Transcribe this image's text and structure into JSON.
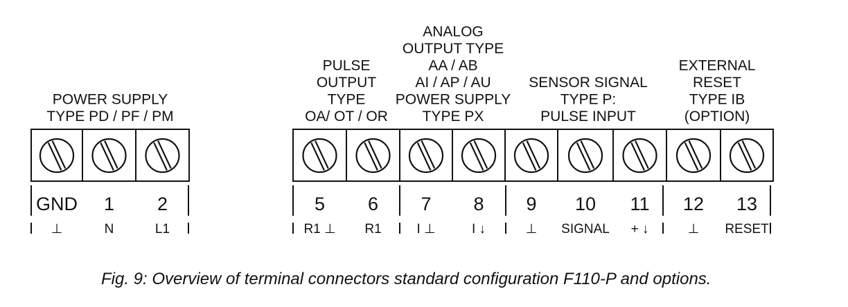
{
  "groups": [
    {
      "id": "power",
      "lines": [
        "POWER SUPPLY",
        "TYPE PD / PF / PM"
      ]
    },
    {
      "id": "pulse",
      "lines": [
        "PULSE",
        "OUTPUT",
        "TYPE",
        "OA/ OT / OR"
      ]
    },
    {
      "id": "analog",
      "lines": [
        "ANALOG",
        "OUTPUT TYPE",
        "AA / AB",
        "AI / AP / AU",
        "POWER SUPPLY",
        "TYPE PX"
      ]
    },
    {
      "id": "sensor",
      "lines": [
        "SENSOR SIGNAL",
        "TYPE P:",
        "PULSE INPUT"
      ]
    },
    {
      "id": "reset",
      "lines": [
        "EXTERNAL",
        "RESET",
        "TYPE IB",
        "(OPTION)"
      ]
    }
  ],
  "terminals": [
    {
      "num": "GND",
      "sub": "⊥"
    },
    {
      "num": "1",
      "sub": "N"
    },
    {
      "num": "2",
      "sub": "L1"
    },
    {
      "num": "5",
      "sub": "R1 ⊥"
    },
    {
      "num": "6",
      "sub": "R1"
    },
    {
      "num": "7",
      "sub": "I ⊥"
    },
    {
      "num": "8",
      "sub": "I ↓"
    },
    {
      "num": "9",
      "sub": "⊥"
    },
    {
      "num": "10",
      "sub": "SIGNAL"
    },
    {
      "num": "11",
      "sub": "+ ↓"
    },
    {
      "num": "12",
      "sub": "⊥"
    },
    {
      "num": "13",
      "sub": "RESET"
    }
  ],
  "caption": "Fig. 9: Overview of terminal connectors standard configuration F110-P and options."
}
